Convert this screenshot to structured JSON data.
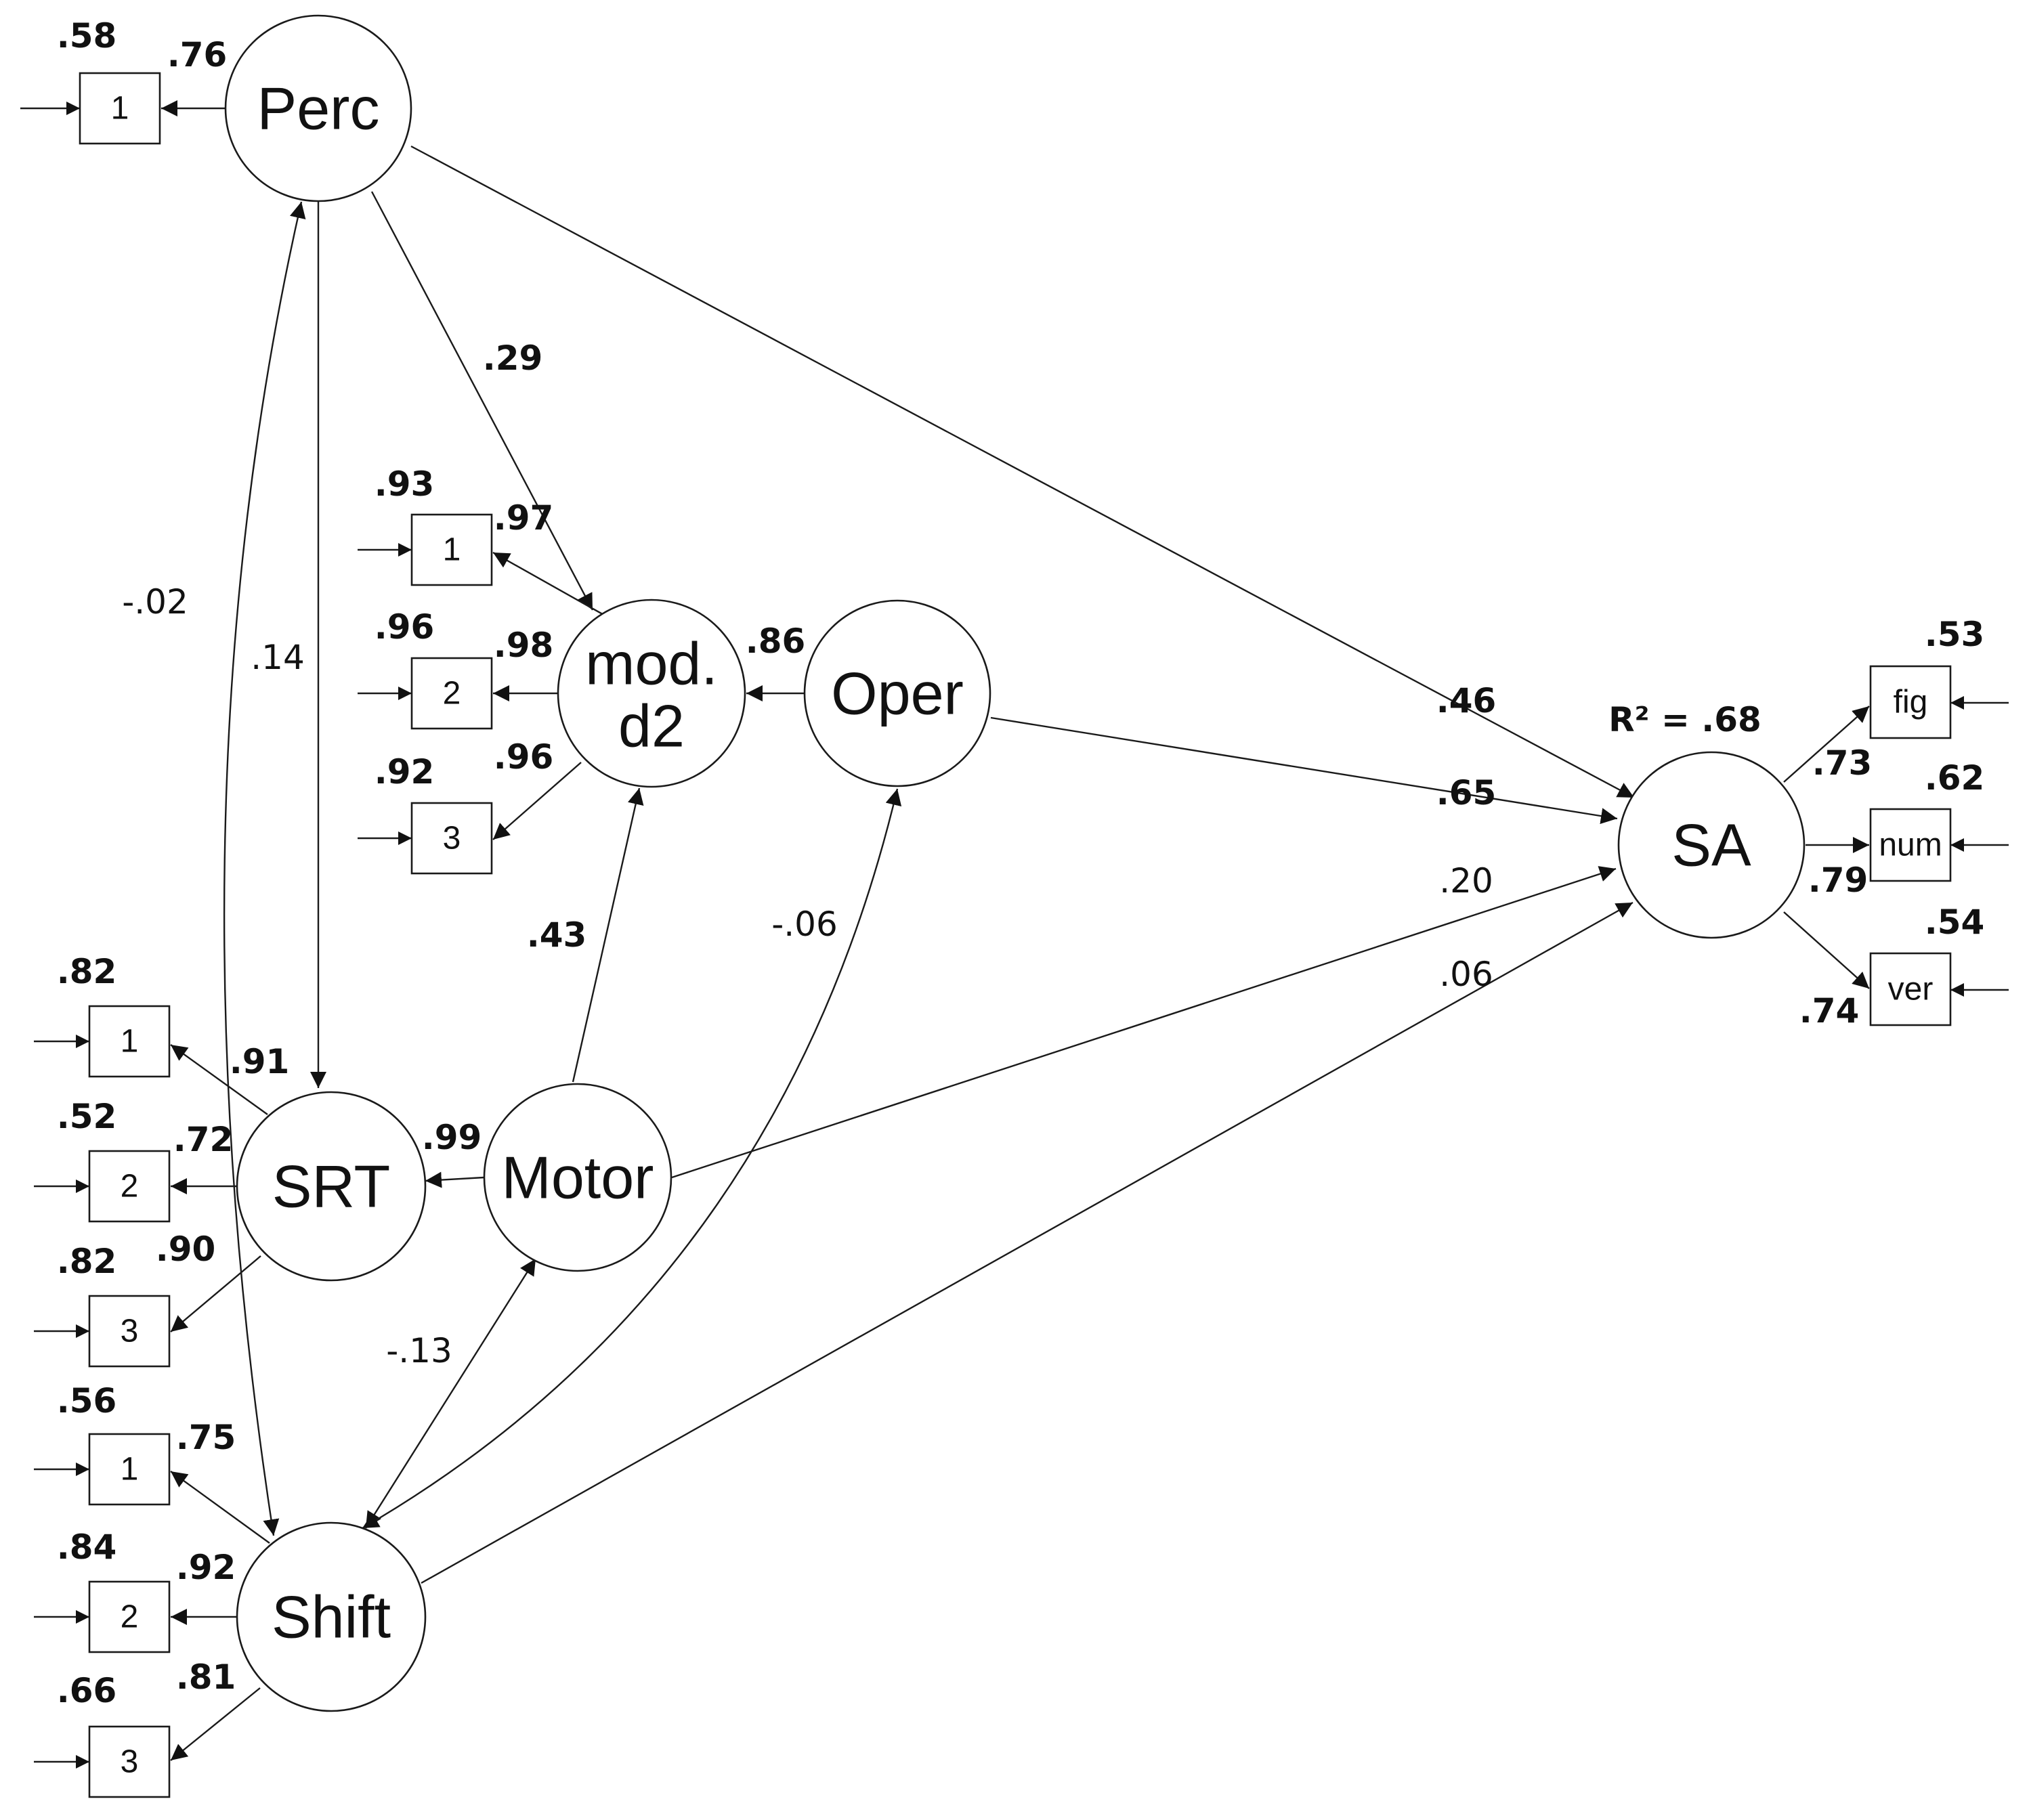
{
  "latents": {
    "perc": "Perc",
    "modd2_line1": "mod.",
    "modd2_line2": "d2",
    "oper": "Oper",
    "sa": "SA",
    "srt": "SRT",
    "motor": "Motor",
    "shift": "Shift"
  },
  "indicators": {
    "perc_1": "1",
    "modd2_1": "1",
    "modd2_2": "2",
    "modd2_3": "3",
    "srt_1": "1",
    "srt_2": "2",
    "srt_3": "3",
    "shift_1": "1",
    "shift_2": "2",
    "shift_3": "3",
    "sa_fig": "fig",
    "sa_num": "num",
    "sa_ver": "ver"
  },
  "r2_label": "R² = .68",
  "loadings": {
    "perc_1": ".76",
    "modd2_1": ".97",
    "modd2_2": ".98",
    "modd2_3": ".96",
    "srt_1": ".91",
    "srt_2": ".72",
    "srt_3": ".90",
    "shift_1": ".75",
    "shift_2": ".92",
    "shift_3": ".81",
    "sa_fig": ".73",
    "sa_num": ".79",
    "sa_ver": ".74"
  },
  "indicator_values": {
    "perc_1": ".58",
    "modd2_1": ".93",
    "modd2_2": ".96",
    "modd2_3": ".92",
    "srt_1": ".82",
    "srt_2": ".52",
    "srt_3": ".82",
    "shift_1": ".56",
    "shift_2": ".84",
    "shift_3": ".66",
    "sa_fig": ".53",
    "sa_num": ".62",
    "sa_ver": ".54"
  },
  "paths": {
    "perc_modd2": ".29",
    "perc_srt": ".14",
    "perc_shift_cov": "-.02",
    "perc_sa": ".46",
    "oper_modd2": ".86",
    "oper_sa": ".65",
    "motor_modd2": ".43",
    "motor_srt": ".99",
    "motor_sa": ".20",
    "motor_shift_cov": "-.13",
    "oper_shift_cov": "-.06",
    "shift_sa": ".06"
  }
}
